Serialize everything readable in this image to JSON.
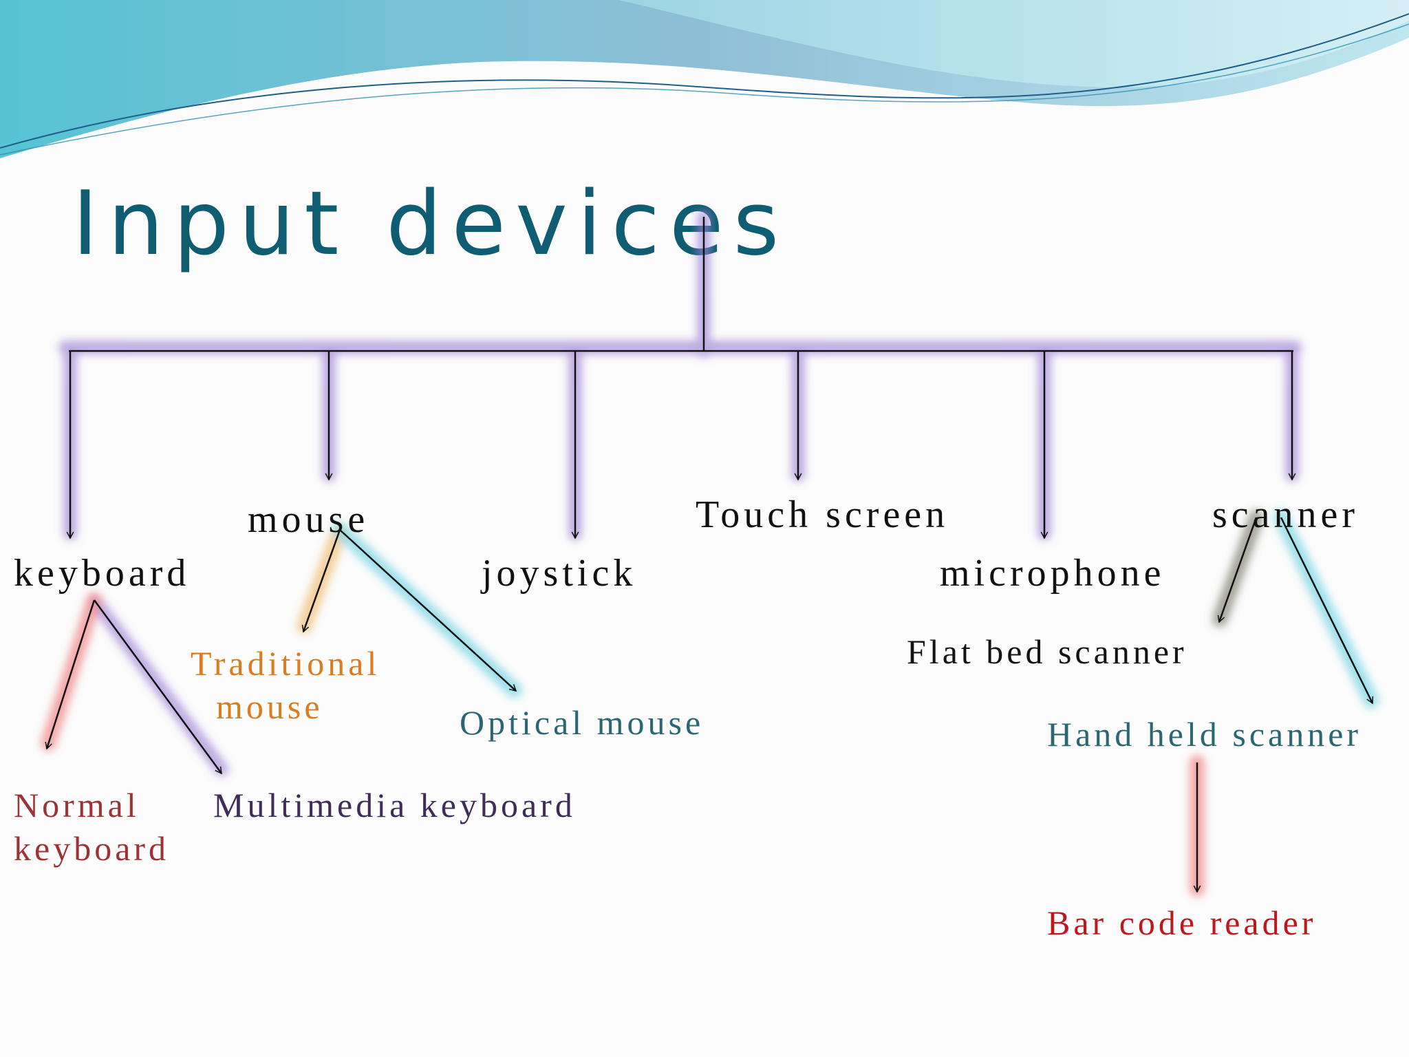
{
  "slide": {
    "title": "Input devices",
    "categories": {
      "keyboard": "keyboard",
      "mouse": "mouse",
      "joystick": "joystick",
      "touch_screen": "Touch screen",
      "microphone": "microphone",
      "scanner": "scanner"
    },
    "subtypes": {
      "normal_keyboard": [
        "Normal",
        "keyboard"
      ],
      "multimedia_keyboard": "Multimedia keyboard",
      "traditional_mouse": [
        "Traditional",
        "mouse"
      ],
      "optical_mouse": "Optical mouse",
      "flat_bed_scanner": "Flat bed scanner",
      "hand_held_scanner": "Hand held scanner",
      "bar_code_reader": "Bar code reader"
    }
  },
  "colors": {
    "title": "#0e5d72",
    "tree_glow": "#9b7fd1",
    "keyboard_normal_glow": "#f28a8a",
    "mouse_traditional_glow": "#f0c07a",
    "mouse_optical_glow": "#7fd6e6",
    "scanner_flatbed_glow": "#6a6a5a",
    "scanner_handheld_glow": "#7fd6e6",
    "barcode_glow": "#f28a8a"
  }
}
